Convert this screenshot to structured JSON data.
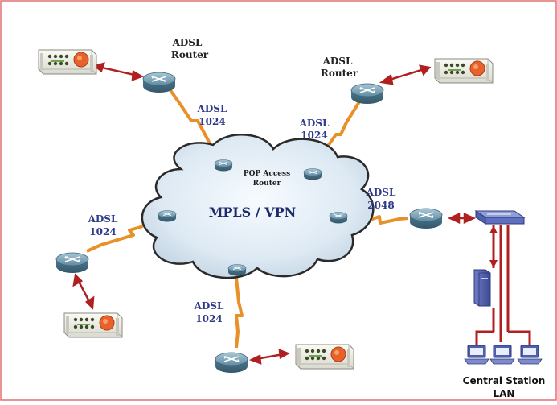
{
  "cloud": {
    "label": "MPLS / VPN",
    "pop_label_line1": "POP Access",
    "pop_label_line2": "Router"
  },
  "routers": {
    "top_left": {
      "line1": "ADSL",
      "line2": "Router"
    },
    "top_right": {
      "line1": "ADSL",
      "line2": "Router"
    }
  },
  "links": {
    "top_left": {
      "line1": "ADSL",
      "line2": "1024"
    },
    "top_right": {
      "line1": "ADSL",
      "line2": "1024"
    },
    "left": {
      "line1": "ADSL",
      "line2": "1024"
    },
    "bottom": {
      "line1": "ADSL",
      "line2": "1024"
    },
    "right": {
      "line1": "ADSL",
      "line2": "2048"
    }
  },
  "central_station": {
    "line1": "Central Station",
    "line2": "LAN"
  },
  "colors": {
    "border": "#e07070",
    "link_orange": "#e8902a",
    "arrow_red": "#b02020",
    "cloud_fill": "#dde9f3",
    "router_blue": "#6f97ad"
  }
}
